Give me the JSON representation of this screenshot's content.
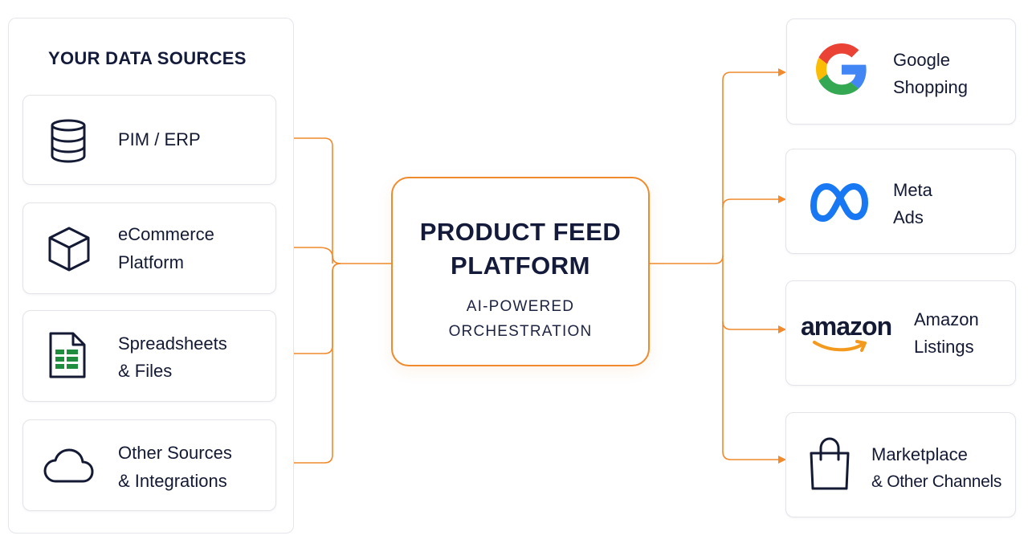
{
  "sources": {
    "title": "YOUR DATA SOURCES",
    "items": [
      {
        "line1": "PIM / ERP",
        "line2": "",
        "icon": "database-icon"
      },
      {
        "line1": "eCommerce",
        "line2": "Platform",
        "icon": "cube-icon"
      },
      {
        "line1": "Spreadsheets",
        "line2": "& Files",
        "icon": "spreadsheet-icon"
      },
      {
        "line1": "Other Sources",
        "line2": "& Integrations",
        "icon": "cloud-icon"
      }
    ]
  },
  "platform": {
    "title_line1": "PRODUCT FEED",
    "title_line2": "PLATFORM",
    "subtitle_line1": "AI-POWERED",
    "subtitle_line2": "ORCHESTRATION"
  },
  "destinations": [
    {
      "line1": "Google",
      "line2": "Shopping",
      "icon": "google-logo-icon"
    },
    {
      "line1": "Meta",
      "line2": "Ads",
      "icon": "meta-logo-icon"
    },
    {
      "line1": "Amazon",
      "line2": "Listings",
      "icon": "amazon-logo-icon",
      "logo_text": "amazon"
    },
    {
      "line1": "Marketplace",
      "line2": "& Other Channels",
      "icon": "shopping-bag-icon"
    }
  ],
  "colors": {
    "connector": "#f08a2c",
    "text": "#141a33",
    "google_blue": "#4285F4",
    "google_red": "#EA4335",
    "google_yellow": "#FBBC05",
    "google_green": "#34A853",
    "meta_blue": "#1877F2",
    "sheet_green": "#1e8e3e",
    "amazon_orange": "#f39a1e"
  }
}
